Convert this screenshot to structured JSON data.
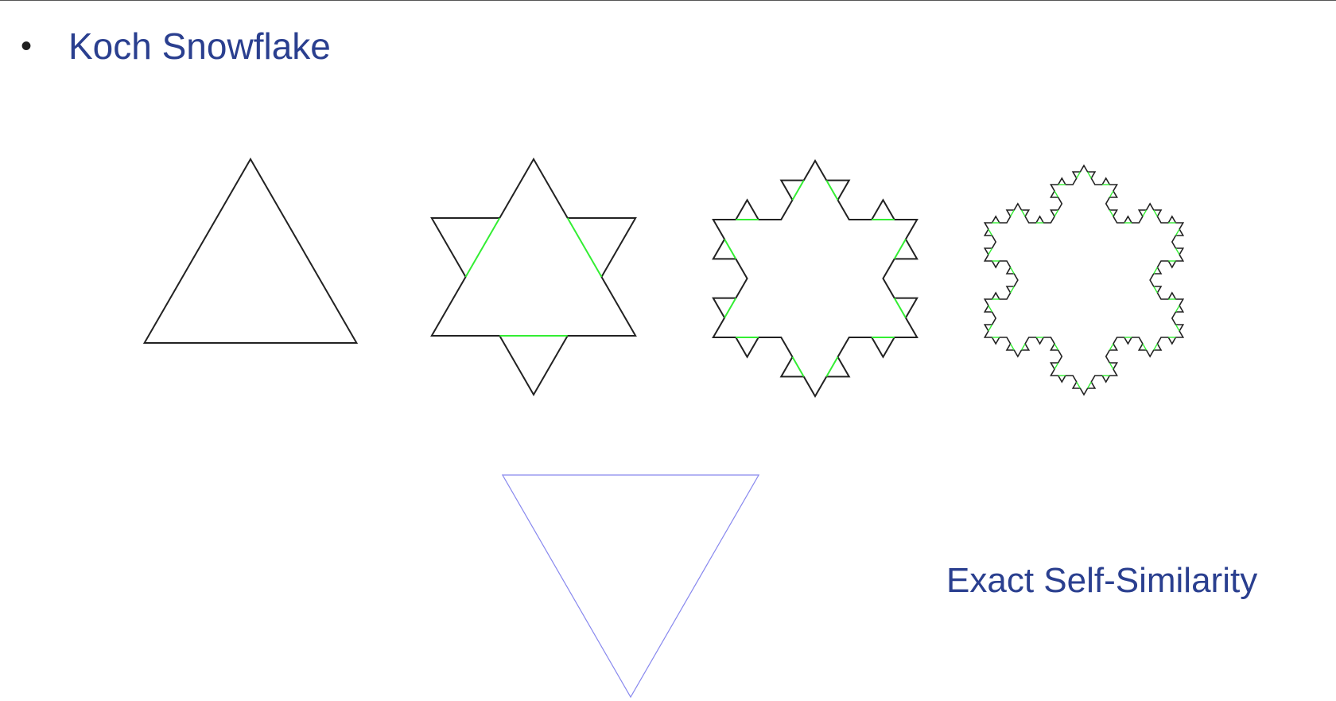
{
  "slide": {
    "bullet": "•",
    "title": "Koch Snowflake",
    "caption": "Exact Self-Similarity"
  },
  "figure": {
    "iterations": [
      0,
      1,
      2,
      3
    ],
    "outline_color": "#222222",
    "added_segment_color": "#33ee33",
    "generator_color": "#8888ee"
  }
}
